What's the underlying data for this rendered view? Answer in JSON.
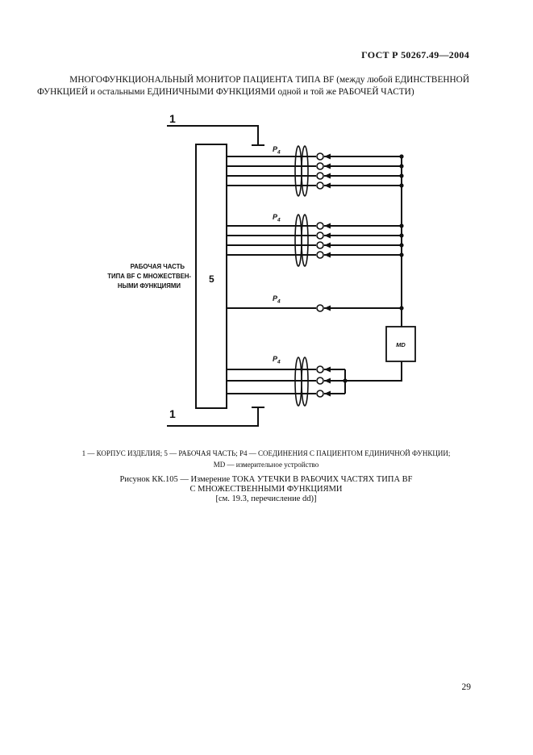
{
  "header": {
    "standard": "ГОСТ Р 50267.49—2004"
  },
  "title": {
    "line1": "МНОГОФУНКЦИОНАЛЬНЫЙ МОНИТОР ПАЦИЕНТА ТИПА BF (между любой ЕДИНСТВЕННОЙ",
    "line2": "ФУНКЦИЕЙ и остальными ЕДИНИЧНЫМИ ФУНКЦИЯМИ одной и той же РАБОЧЕЙ ЧАСТИ)"
  },
  "diagram": {
    "enclosure_label": "1",
    "applied_part_label": "5",
    "side_label_lines": [
      "РАБОЧАЯ ЧАСТЬ",
      "ТИПА BF С МНОЖЕСТВЕН-",
      "НЫМИ ФУНКЦИЯМИ"
    ],
    "patient_connection_label": "P",
    "patient_connection_sub": "4",
    "meter_label": "MD"
  },
  "legend": {
    "line1": "1 — КОРПУС ИЗДЕЛИЯ; 5 — РАБОЧАЯ ЧАСТЬ; P4 — СОЕДИНЕНИЯ С ПАЦИЕНТОМ ЕДИНИЧНОЙ ФУНКЦИИ;",
    "line2": "MD — измерительное устройство"
  },
  "caption": {
    "line1": "Рисунок КК.105 — Измерение ТОКА УТЕЧКИ В РАБОЧИХ ЧАСТЯХ ТИПА BF",
    "line2": "С МНОЖЕСТВЕННЫМИ ФУНКЦИЯМИ",
    "line3": "[см. 19.3, перечисление dd)]"
  },
  "page_number": "29"
}
